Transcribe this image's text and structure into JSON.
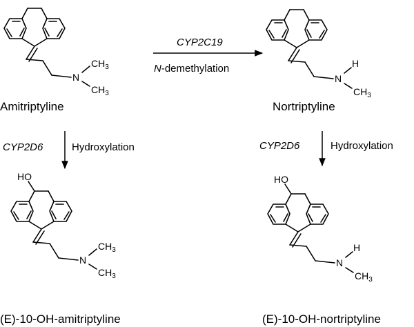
{
  "compounds": {
    "amitriptyline": "Amitriptyline",
    "nortriptyline": "Nortriptyline",
    "oh_amitriptyline": "(E)-10-OH-amitriptyline",
    "oh_nortriptyline": "(E)-10-OH-nortriptyline"
  },
  "reactions": {
    "demethylation": {
      "enzyme": "CYP2C19",
      "prefix": "N",
      "process": "-demethylation"
    },
    "hydroxylation_left": {
      "enzyme": "CYP2D6",
      "process": "Hydroxylation"
    },
    "hydroxylation_right": {
      "enzyme": "CYP2D6",
      "process": "Hydroxylation"
    }
  },
  "atoms": {
    "nitrogen": "N",
    "hydrogen": "H",
    "methyl": "CH",
    "methyl_sub": "3",
    "hydroxyl": "HO"
  }
}
